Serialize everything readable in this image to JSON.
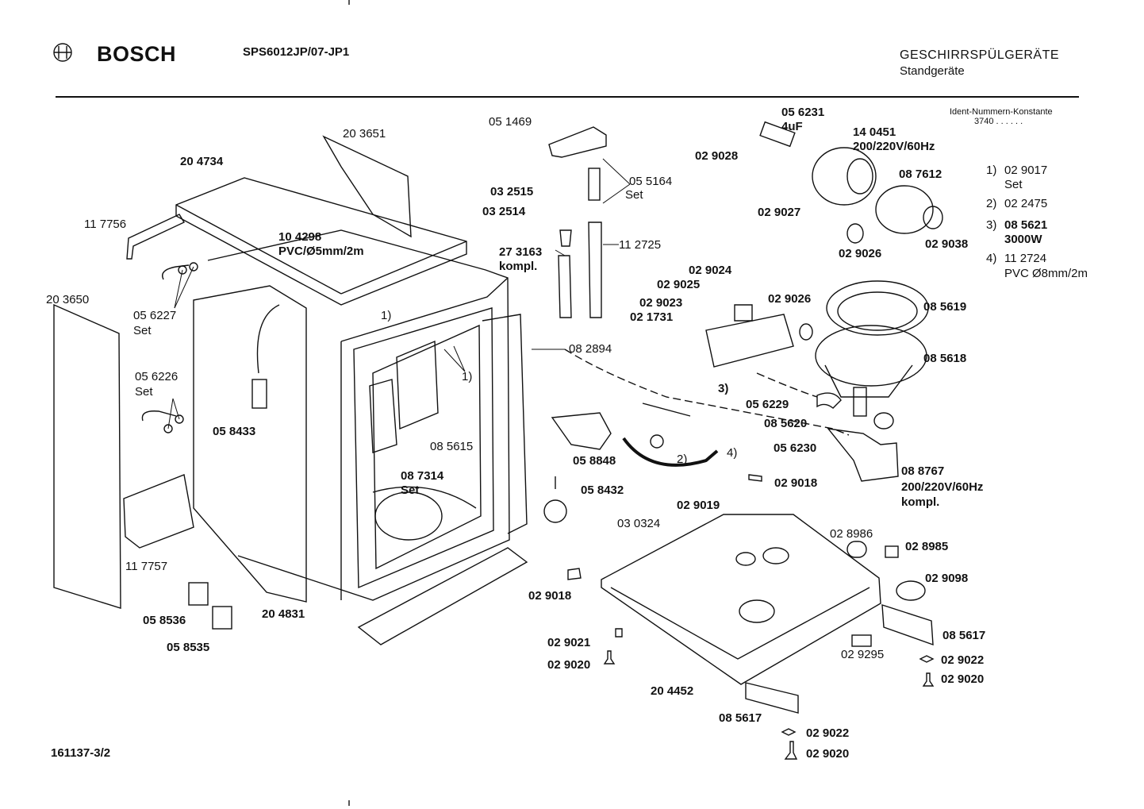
{
  "header": {
    "brand": "BOSCH",
    "model": "SPS6012JP/07-JP1",
    "category": "GESCHIRRSPÜLGERÄTE",
    "subcategory": "Standgeräte",
    "ident_title": "Ident-Nummern-Konstante",
    "ident_value": "3740  . .  . . . ."
  },
  "footer": {
    "doc_number": "161137-3/2"
  },
  "notes": [
    {
      "key": "1)",
      "lines": [
        "02 9017",
        "Set"
      ]
    },
    {
      "key": "2)",
      "lines": [
        "02 2475"
      ]
    },
    {
      "key": "3)",
      "lines": [
        "08 5621",
        "3000W"
      ]
    },
    {
      "key": "4)",
      "lines": [
        "11 2724",
        "PVC Ø8mm/2m"
      ]
    }
  ],
  "labels": {
    "p203651": "20 3651",
    "p204734": "20 4734",
    "p117756": "11 7756",
    "p104298": "10 4298",
    "p104298b": "PVC/Ø5mm/2m",
    "p203650": "20 3650",
    "p056227": "05 6227",
    "p056227s": "Set",
    "p056226": "05 6226",
    "p056226s": "Set",
    "p058433": "05 8433",
    "p117757": "11 7757",
    "p058536": "05 8536",
    "p058535": "05 8535",
    "p204831": "20 4831",
    "n1a": "1)",
    "n1b": "1)",
    "p085615": "08 5615",
    "p087314": "08 7314",
    "p087314s": "Set",
    "p051469": "05 1469",
    "p055164": "05 5164",
    "p055164s": "Set",
    "p032515": "03 2515",
    "p032514": "03 2514",
    "p273163": "27 3163",
    "p273163k": "kompl.",
    "p112725": "11 2725",
    "p082894": "08 2894",
    "p058848": "05 8848",
    "n2": "2)",
    "n4": "4)",
    "p058432": "05 8432",
    "p030324": "03 0324",
    "p029019": "02 9019",
    "p029018a": "02 9018",
    "p029018b": "02 9018",
    "p029021": "02 9021",
    "p029020a": "02 9020",
    "p204452": "20 4452",
    "p085617a": "08 5617",
    "p029022a": "02 9022",
    "p029020b": "02 9020",
    "p056231": "05 6231",
    "p056231c": "4uF",
    "p140451": "14 0451",
    "p140451v": "200/220V/60Hz",
    "p029028": "02 9028",
    "p087612": "08 7612",
    "p029027": "02 9027",
    "p029026a": "02 9026",
    "p029038": "02 9038",
    "p029024": "02 9024",
    "p029025": "02 9025",
    "p029023": "02 9023",
    "p021731": "02 1731",
    "p029026b": "02 9026",
    "p085619": "08 5619",
    "p085618": "08 5618",
    "n3": "3)",
    "p056229": "05 6229",
    "p085620": "08 5620",
    "p056230": "05 6230",
    "p088767": "08 8767",
    "p088767v": "200/220V/60Hz",
    "p088767k": "kompl.",
    "p028986": "02 8986",
    "p028985": "02 8985",
    "p029098": "02 9098",
    "p085617b": "08 5617",
    "p029295": "02 9295",
    "p029022b": "02 9022",
    "p029020c": "02 9020"
  }
}
